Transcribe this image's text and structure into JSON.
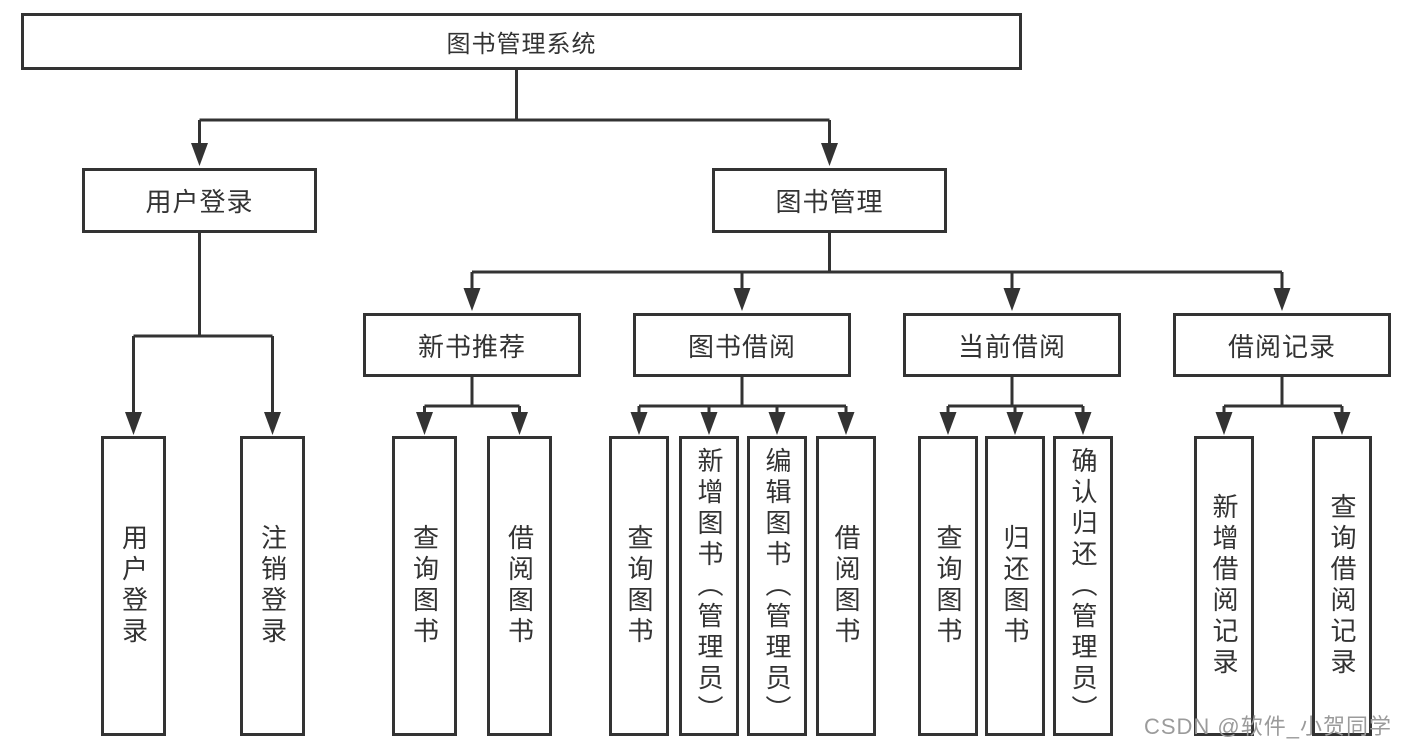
{
  "colors": {
    "line": "#333333",
    "box_border": "#333333",
    "text": "#333333",
    "watermark": "#9b9b9b",
    "background": "#ffffff"
  },
  "nodes": {
    "root": {
      "label": "图书管理系统"
    },
    "branches": [
      {
        "label": "用户登录",
        "leaves": [
          "用户登录",
          "注销登录"
        ]
      },
      {
        "label": "图书管理",
        "children": [
          {
            "label": "新书推荐",
            "leaves": [
              "查询图书",
              "借阅图书"
            ]
          },
          {
            "label": "图书借阅",
            "leaves": [
              "查询图书",
              "新增图书（管理员）",
              "编辑图书（管理员）",
              "借阅图书"
            ]
          },
          {
            "label": "当前借阅",
            "leaves": [
              "查询图书",
              "归还图书",
              "确认归还（管理员）"
            ]
          },
          {
            "label": "借阅记录",
            "leaves": [
              "新增借阅记录",
              "查询借阅记录"
            ]
          }
        ]
      }
    ]
  },
  "watermark": "CSDN @软件_小贺同学"
}
